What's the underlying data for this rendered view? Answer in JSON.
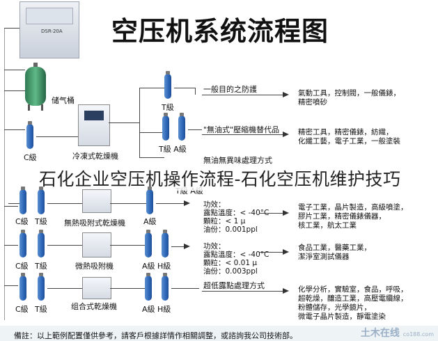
{
  "title": "空压机系统流程图",
  "overlay_caption": "石化企业空压机操作流程-石化空压机维护技巧",
  "compressor_badge": "DSR-20A",
  "equipment": {
    "tank_label": "储气桶",
    "dryer_refrig": "冷凍式乾燥機",
    "dryer_heatless": "無熱吸附式乾燥機",
    "dryer_micro": "微熱吸附機",
    "dryer_combo": "组合式乾燥機"
  },
  "grades": {
    "c": "C級",
    "t": "T級",
    "a": "A級",
    "h": "H級",
    "row_ta": "T級 A級",
    "row_ah": "A級 H級"
  },
  "branches": [
    {
      "heading": "一般目的之防護",
      "desc": [
        "氣動工具，控制閥，一般儀錶，",
        "精密噴砂"
      ]
    },
    {
      "heading": "\"無油式\"壓縮機替代品",
      "desc": [
        "精密工具，精密儀錶，紡織，",
        "化纖工藝，電子工業，一般塗裝"
      ]
    },
    {
      "heading": "無油無異味處理方式",
      "desc": []
    },
    {
      "heading": "功效：",
      "specs": [
        "露點溫度：< -40°C",
        "顆粒：< 1 μ",
        "油份：0.001ppl"
      ],
      "desc": [
        "電子工業，晶片製造，高級噴塗，",
        "膠片工業，精密儀錶儀器，",
        "核工業，航太工業"
      ]
    },
    {
      "heading": "功效：",
      "specs": [
        "露點溫度：< -40°C",
        "顆粒：< 0.01 μ",
        "油份：0.003ppl"
      ],
      "desc": [
        "食品工業，醫藥工業，",
        "潔淨室測試儀器"
      ]
    },
    {
      "heading": "超低露點處理方式",
      "desc": [
        "化學分析，實驗室，食品，呼吸，",
        "超乾燥，釀造工業，高壓電纜線，",
        "粉體儲存，光學鏡片，",
        "微電子晶片製造，靜電塗染"
      ]
    }
  ],
  "footnote": "備註：以上範例配置僅供參考，請客戶根據詳情作相關調整，或諮詢我公司技術部。",
  "watermark": "土木在线",
  "watermark_url": "co188.com"
}
